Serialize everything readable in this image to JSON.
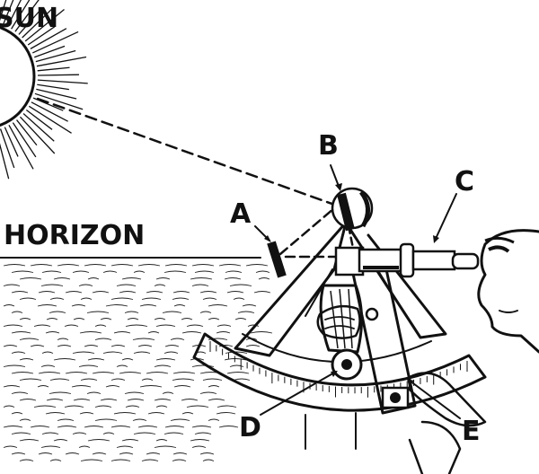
{
  "labels": {
    "sun": "SUN",
    "horizon": "HORIZON",
    "a": "A",
    "b": "B",
    "c": "C",
    "d": "D",
    "e": "E"
  }
}
